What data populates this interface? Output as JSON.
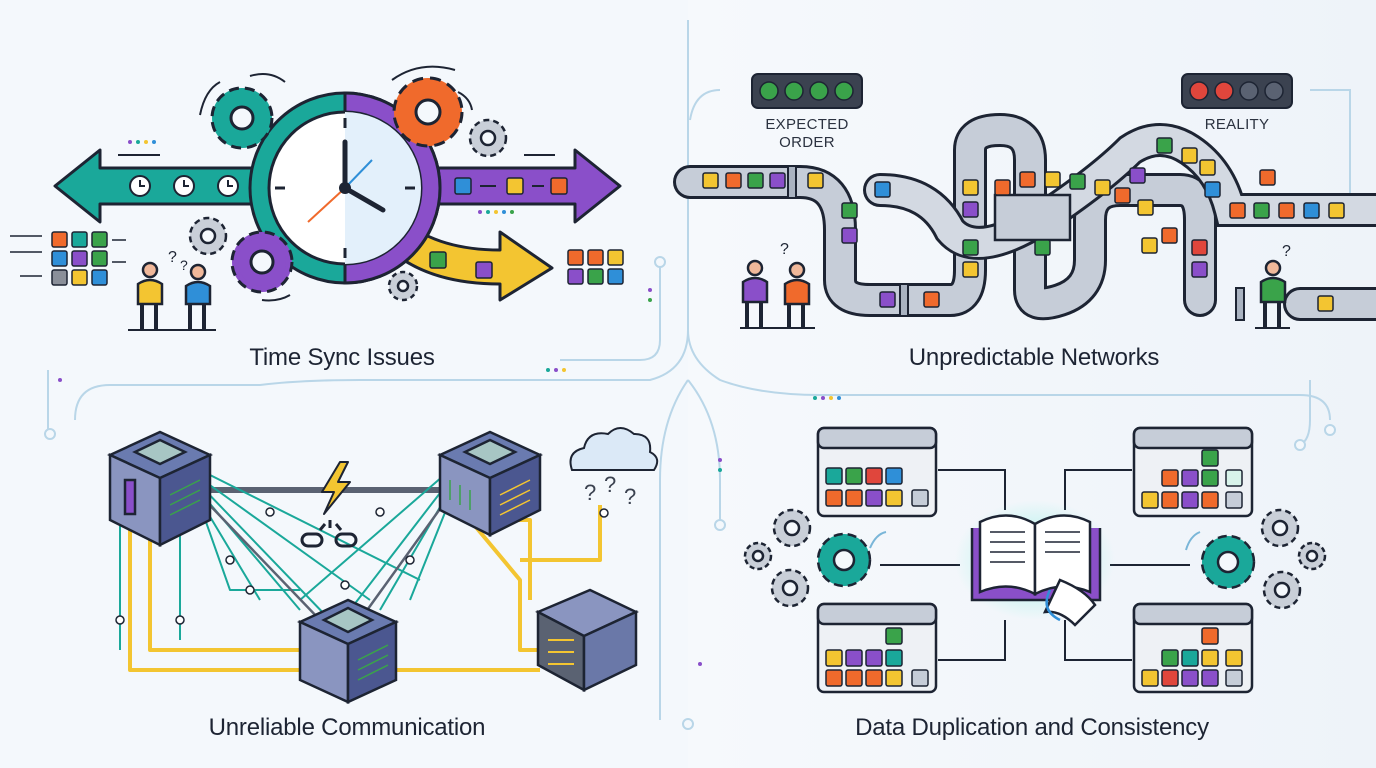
{
  "panels": [
    {
      "id": "time-sync",
      "title": "Time Sync Issues"
    },
    {
      "id": "unpredictable-networks",
      "title": "Unpredictable Networks"
    },
    {
      "id": "unreliable-communication",
      "title": "Unreliable Communication"
    },
    {
      "id": "data-duplication",
      "title": "Data Duplication and Consistency"
    }
  ],
  "labels": {
    "expected_line1": "EXPECTED",
    "expected_line2": "ORDER",
    "reality": "REALITY"
  },
  "colors": {
    "teal": "#1aa89a",
    "purple": "#8a4fc9",
    "orange": "#f06a2c",
    "yellow": "#f3c531",
    "blue": "#2f8fd8",
    "green": "#3aa34a",
    "red": "#e0463c",
    "background": "#f4f8fc"
  },
  "icons": [
    "clock-icon",
    "gear-icon",
    "arrow-icon",
    "traffic-light-icon",
    "pipe-icon",
    "server-icon",
    "lightning-icon",
    "broken-link-icon",
    "cloud-icon",
    "book-icon",
    "person-icon",
    "data-block-icon"
  ]
}
